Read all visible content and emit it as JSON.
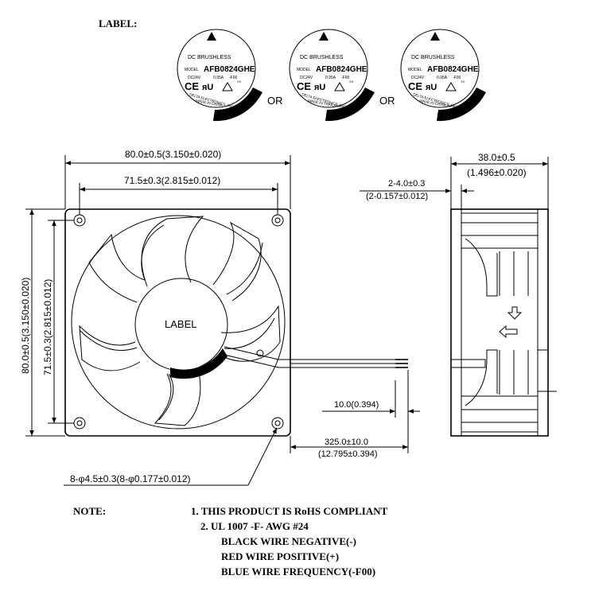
{
  "label_section": {
    "heading": "LABEL:",
    "variants": [
      {
        "line1": "DC BRUSHLESS",
        "model_prefix": "MODEL",
        "model": "AFB0824GHE",
        "voltage": "DC24V",
        "current": "0.95A",
        "suffix": "-F00",
        "xx": "XX",
        "company": "DELTA ELECTRONICS, INC.",
        "origin": "MADE IN CHINA"
      },
      {
        "line1": "DC BRUSHLESS",
        "model_prefix": "MODEL",
        "model": "AFB0824GHE",
        "voltage": "DC24V",
        "current": "0.95A",
        "suffix": "-F00",
        "xx": "XX",
        "company": "DELTA ELECTRONICS, INC.",
        "origin": "MADE IN THAILAND"
      },
      {
        "line1": "DC BRUSHLESS",
        "model_prefix": "MODEL",
        "model": "AFB0824GHE",
        "voltage": "DC24V",
        "current": "0.95A",
        "suffix": "-F00",
        "xx": "XX",
        "company": "DELTA ELECTRONICS, INC.",
        "origin": "MADE IN CHINA (NF)"
      }
    ],
    "or_text": "OR"
  },
  "dimensions": {
    "overall_width": "80.0±0.5(3.150±0.020)",
    "hole_spacing_width": "71.5±0.3(2.815±0.012)",
    "overall_height": "80.0±0.5(3.150±0.020)",
    "hole_spacing_height": "71.5±0.3(2.815±0.012)",
    "depth_line1": "38.0±0.5",
    "depth_line2": "(1.496±0.020)",
    "flange_line1": "2-4.0±0.3",
    "flange_line2": "(2-0.157±0.012)",
    "strip_length": "10.0(0.394)",
    "lead_line1": "325.0±10.0",
    "lead_line2": "(12.795±0.394)",
    "holes": "8-φ4.5±0.3(8-φ0.177±0.012)"
  },
  "hub_label": "LABEL",
  "notes": {
    "heading": "NOTE:",
    "lines": [
      "1. THIS PRODUCT IS RoHS COMPLIANT",
      "2. UL 1007 -F- AWG #24",
      "BLACK WIRE NEGATIVE(-)",
      "RED WIRE POSITIVE(+)",
      "BLUE WIRE FREQUENCY(-F00)"
    ]
  }
}
